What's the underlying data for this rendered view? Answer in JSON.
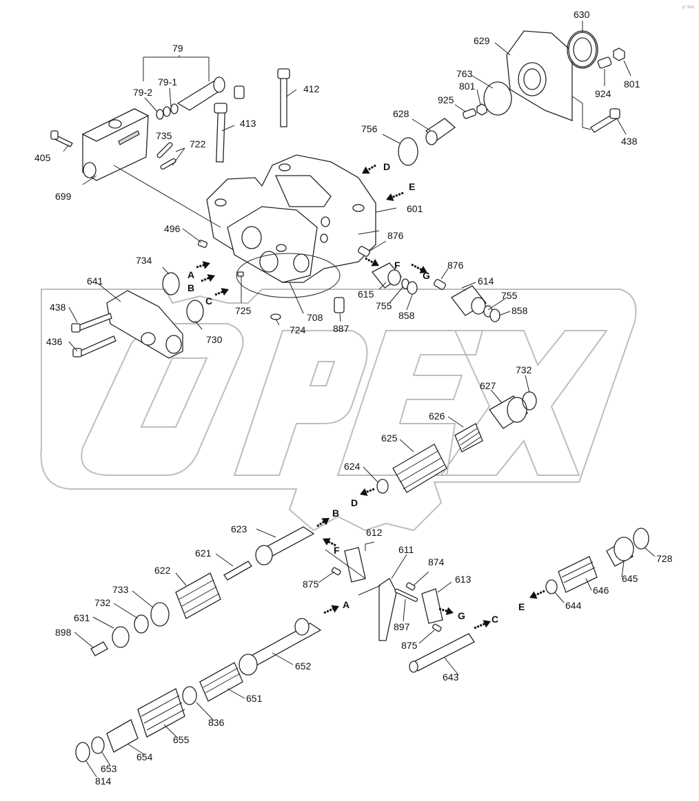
{
  "stamp": "p° brts",
  "watermark_text": "OPEX",
  "part_labels": [
    {
      "id": "79",
      "text": "79"
    },
    {
      "id": "79-1",
      "text": "79-1"
    },
    {
      "id": "79-2",
      "text": "79-2"
    },
    {
      "id": "405",
      "text": "405"
    },
    {
      "id": "699",
      "text": "699"
    },
    {
      "id": "735",
      "text": "735"
    },
    {
      "id": "722",
      "text": "722"
    },
    {
      "id": "413",
      "text": "413"
    },
    {
      "id": "412",
      "text": "412"
    },
    {
      "id": "630",
      "text": "630"
    },
    {
      "id": "629",
      "text": "629"
    },
    {
      "id": "763",
      "text": "763"
    },
    {
      "id": "801a",
      "text": "801"
    },
    {
      "id": "924",
      "text": "924"
    },
    {
      "id": "801b",
      "text": "801"
    },
    {
      "id": "925",
      "text": "925"
    },
    {
      "id": "628",
      "text": "628"
    },
    {
      "id": "756",
      "text": "756"
    },
    {
      "id": "438a",
      "text": "438"
    },
    {
      "id": "601",
      "text": "601"
    },
    {
      "id": "496",
      "text": "496"
    },
    {
      "id": "876a",
      "text": "876"
    },
    {
      "id": "734",
      "text": "734"
    },
    {
      "id": "876b",
      "text": "876"
    },
    {
      "id": "614",
      "text": "614"
    },
    {
      "id": "641",
      "text": "641"
    },
    {
      "id": "615",
      "text": "615"
    },
    {
      "id": "755a",
      "text": "755"
    },
    {
      "id": "755b",
      "text": "755"
    },
    {
      "id": "858a",
      "text": "858"
    },
    {
      "id": "858b",
      "text": "858"
    },
    {
      "id": "725",
      "text": "725"
    },
    {
      "id": "708",
      "text": "708"
    },
    {
      "id": "438b",
      "text": "438"
    },
    {
      "id": "724",
      "text": "724"
    },
    {
      "id": "887",
      "text": "887"
    },
    {
      "id": "436",
      "text": "436"
    },
    {
      "id": "730",
      "text": "730"
    },
    {
      "id": "732a",
      "text": "732"
    },
    {
      "id": "627",
      "text": "627"
    },
    {
      "id": "626",
      "text": "626"
    },
    {
      "id": "625",
      "text": "625"
    },
    {
      "id": "624",
      "text": "624"
    },
    {
      "id": "623",
      "text": "623"
    },
    {
      "id": "612",
      "text": "612"
    },
    {
      "id": "621",
      "text": "621"
    },
    {
      "id": "611",
      "text": "611"
    },
    {
      "id": "728",
      "text": "728"
    },
    {
      "id": "622",
      "text": "622"
    },
    {
      "id": "874",
      "text": "874"
    },
    {
      "id": "875a",
      "text": "875"
    },
    {
      "id": "613",
      "text": "613"
    },
    {
      "id": "645",
      "text": "645"
    },
    {
      "id": "733",
      "text": "733"
    },
    {
      "id": "646",
      "text": "646"
    },
    {
      "id": "732b",
      "text": "732"
    },
    {
      "id": "644",
      "text": "644"
    },
    {
      "id": "631",
      "text": "631"
    },
    {
      "id": "897",
      "text": "897"
    },
    {
      "id": "898",
      "text": "898"
    },
    {
      "id": "875b",
      "text": "875"
    },
    {
      "id": "652",
      "text": "652"
    },
    {
      "id": "643",
      "text": "643"
    },
    {
      "id": "651",
      "text": "651"
    },
    {
      "id": "836",
      "text": "836"
    },
    {
      "id": "655",
      "text": "655"
    },
    {
      "id": "654",
      "text": "654"
    },
    {
      "id": "653",
      "text": "653"
    },
    {
      "id": "814",
      "text": "814"
    }
  ],
  "flow_arrows": [
    {
      "id": "D-top",
      "text": "D"
    },
    {
      "id": "E-top",
      "text": "E"
    },
    {
      "id": "A-body",
      "text": "A"
    },
    {
      "id": "B-body",
      "text": "B"
    },
    {
      "id": "C-body",
      "text": "C"
    },
    {
      "id": "F-body",
      "text": "F"
    },
    {
      "id": "G-body",
      "text": "G"
    },
    {
      "id": "D-mid",
      "text": "D"
    },
    {
      "id": "B-mid",
      "text": "B"
    },
    {
      "id": "F-mid",
      "text": "F"
    },
    {
      "id": "A-low",
      "text": "A"
    },
    {
      "id": "G-low",
      "text": "G"
    },
    {
      "id": "E-low",
      "text": "E"
    },
    {
      "id": "C-low",
      "text": "C"
    }
  ]
}
